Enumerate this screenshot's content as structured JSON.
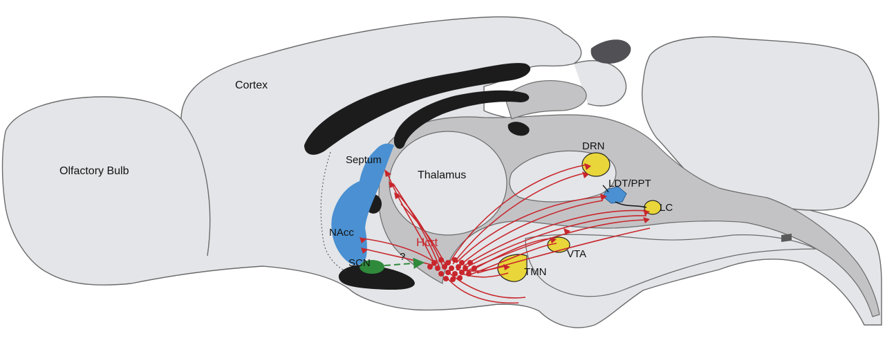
{
  "labels": {
    "cortex": "Cortex",
    "olfactory_bulb": "Olfactory Bulb",
    "septum": "Septum",
    "thalamus": "Thalamus",
    "nacc": "NAcc",
    "hcrt": "Hcrt",
    "scn": "SCN",
    "question": "?",
    "tmn": "TMN",
    "vta": "VTA",
    "drn": "DRN",
    "ldt_ppt": "LDT/PPT",
    "lc": "LC"
  },
  "colors": {
    "brain_tissue": "#e3e5e8",
    "outline": "#6a6a6a",
    "ventricles": "#c3c3c6",
    "white_matter": "#1c1c1c",
    "hcrt_projection": "#c8262c",
    "target_nuclei": "#e8d63a",
    "blue_regions": "#4a90d2",
    "scn_green": "#2f8a3c"
  }
}
